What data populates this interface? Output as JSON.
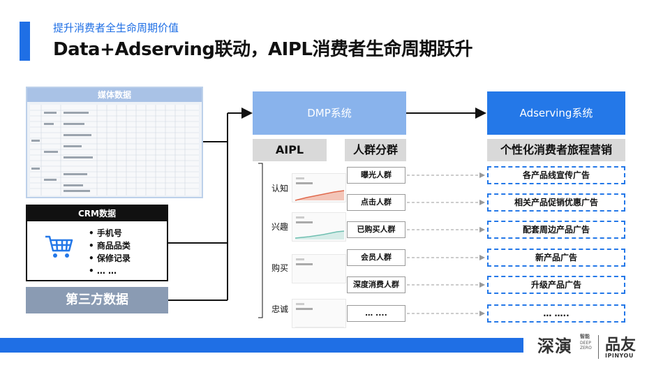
{
  "header": {
    "subtitle": "提升消费者全生命周期价值",
    "title": "Data+Adserving联动，AIPL消费者生命周期跃升"
  },
  "sources": {
    "media_title": "媒体数据",
    "crm_title": "CRM数据",
    "crm_items": [
      "手机号",
      "商品品类",
      "保修记录",
      "… …"
    ],
    "third_party": "第三方数据"
  },
  "dmp": {
    "title": "DMP系统",
    "aipl_header": "AIPL",
    "crowd_header": "人群分群",
    "stages": [
      "认知",
      "兴趣",
      "购买",
      "忠诚"
    ],
    "crowds": [
      "曝光人群",
      "点击人群",
      "已购买人群",
      "会员人群",
      "深度消费人群",
      "… ...."
    ]
  },
  "adserving": {
    "title": "Adserving系统",
    "header": "个性化消费者旅程营销",
    "ads": [
      "各产品线宣传广告",
      "相关产品促销优惠广告",
      "配套周边产品广告",
      "新产品广告",
      "升级产品广告",
      "… ….."
    ]
  },
  "footer": {
    "logo_deep": "深演",
    "logo_deep_cn": "智能",
    "logo_deep_en1": "DEEP",
    "logo_deep_en2": "ZERO",
    "logo_pinyou": "品友",
    "logo_pinyou_en": "IPINYOU"
  },
  "colors": {
    "accent": "#1f6fe5",
    "dmp": "#89b3ec",
    "adserving": "#2478e8",
    "third_party": "#8a9bb3"
  }
}
